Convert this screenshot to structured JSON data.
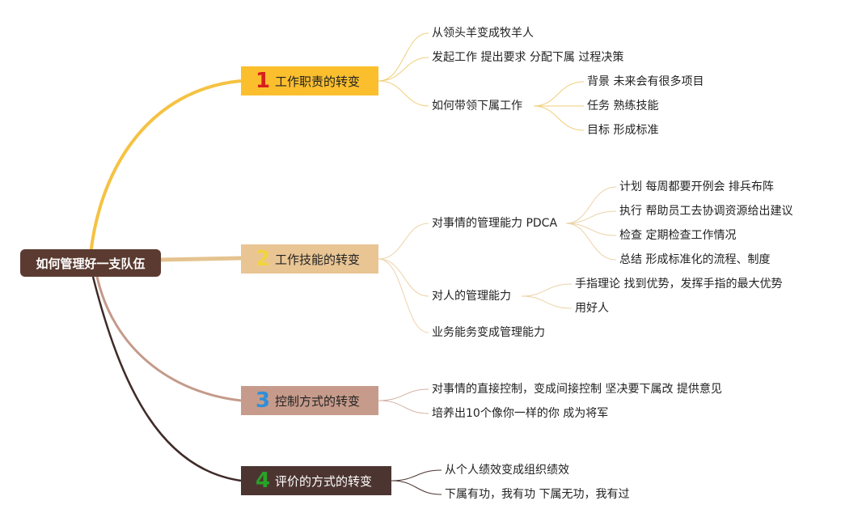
{
  "root": {
    "label": "如何管理好一支队伍",
    "color": "#5b3b31"
  },
  "branches": [
    {
      "number": "1",
      "number_color": "#d81e1e",
      "color": "#fbbf2e",
      "label": "工作职责的转变",
      "children": [
        {
          "label": "从领头羊变成牧羊人"
        },
        {
          "label": "发起工作 提出要求 分配下属 过程决策"
        },
        {
          "label": "如何带领下属工作",
          "children": [
            {
              "label": "背景 未来会有很多项目"
            },
            {
              "label": "任务 熟练技能"
            },
            {
              "label": "目标 形成标准"
            }
          ]
        }
      ]
    },
    {
      "number": "2",
      "number_color": "#f2d43d",
      "color": "#e9c594",
      "label": "工作技能的转变",
      "children": [
        {
          "label": "对事情的管理能力 PDCA",
          "children": [
            {
              "label": "计划 每周都要开例会 排兵布阵"
            },
            {
              "label": "执行 帮助员工去协调资源给出建议"
            },
            {
              "label": "检查 定期检查工作情况"
            },
            {
              "label": "总结 形成标准化的流程、制度"
            }
          ]
        },
        {
          "label": "对人的管理能力",
          "children": [
            {
              "label": "手指理论 找到优势，发挥手指的最大优势"
            },
            {
              "label": "用好人"
            }
          ]
        },
        {
          "label": "业务能务变成管理能力"
        }
      ]
    },
    {
      "number": "3",
      "number_color": "#2f8fd8",
      "color": "#c79b8b",
      "label": "控制方式的转变",
      "children": [
        {
          "label": "对事情的直接控制，变成间接控制 坚决要下属改 提供意见"
        },
        {
          "label": "培养出10个像你一样的你 成为将军"
        }
      ]
    },
    {
      "number": "4",
      "number_color": "#27a327",
      "color": "#4c3531",
      "label": "评价的方式的转变",
      "children": [
        {
          "label": "从个人绩效变成组织绩效"
        },
        {
          "label": "下属有功，我有功 下属无功，我有过"
        }
      ]
    }
  ]
}
